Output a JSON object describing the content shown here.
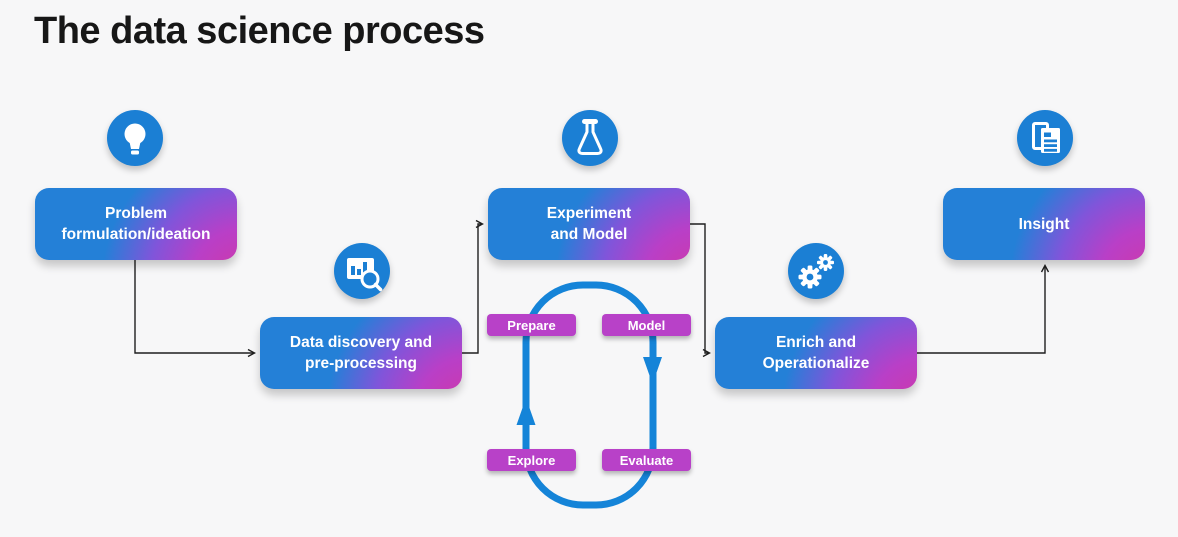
{
  "title": "The data science process",
  "nodes": {
    "problem": {
      "line1": "Problem",
      "line2": "formulation/ideation",
      "icon": "lightbulb-icon"
    },
    "discovery": {
      "line1": "Data discovery and",
      "line2": "pre-processing",
      "icon": "chart-magnifier-icon"
    },
    "experiment": {
      "line1": "Experiment",
      "line2": "and Model",
      "icon": "flask-icon"
    },
    "enrich": {
      "line1": "Enrich and",
      "line2": "Operationalize",
      "icon": "gears-icon"
    },
    "insight": {
      "line1": "Insight",
      "icon": "documents-icon"
    }
  },
  "cycle": {
    "prepare": "Prepare",
    "model": "Model",
    "explore": "Explore",
    "evaluate": "Evaluate"
  },
  "colors": {
    "background": "#f7f7f8",
    "node_gradient_blue": "#2480d7",
    "node_gradient_magenta": "#c93ab4",
    "icon_circle_blue": "#1b7fd4",
    "loop_blue": "#1584d8",
    "pill_magenta": "#b841c8",
    "connector_black": "#1f1f1f",
    "title_text": "#171717",
    "node_text": "#ffffff"
  }
}
